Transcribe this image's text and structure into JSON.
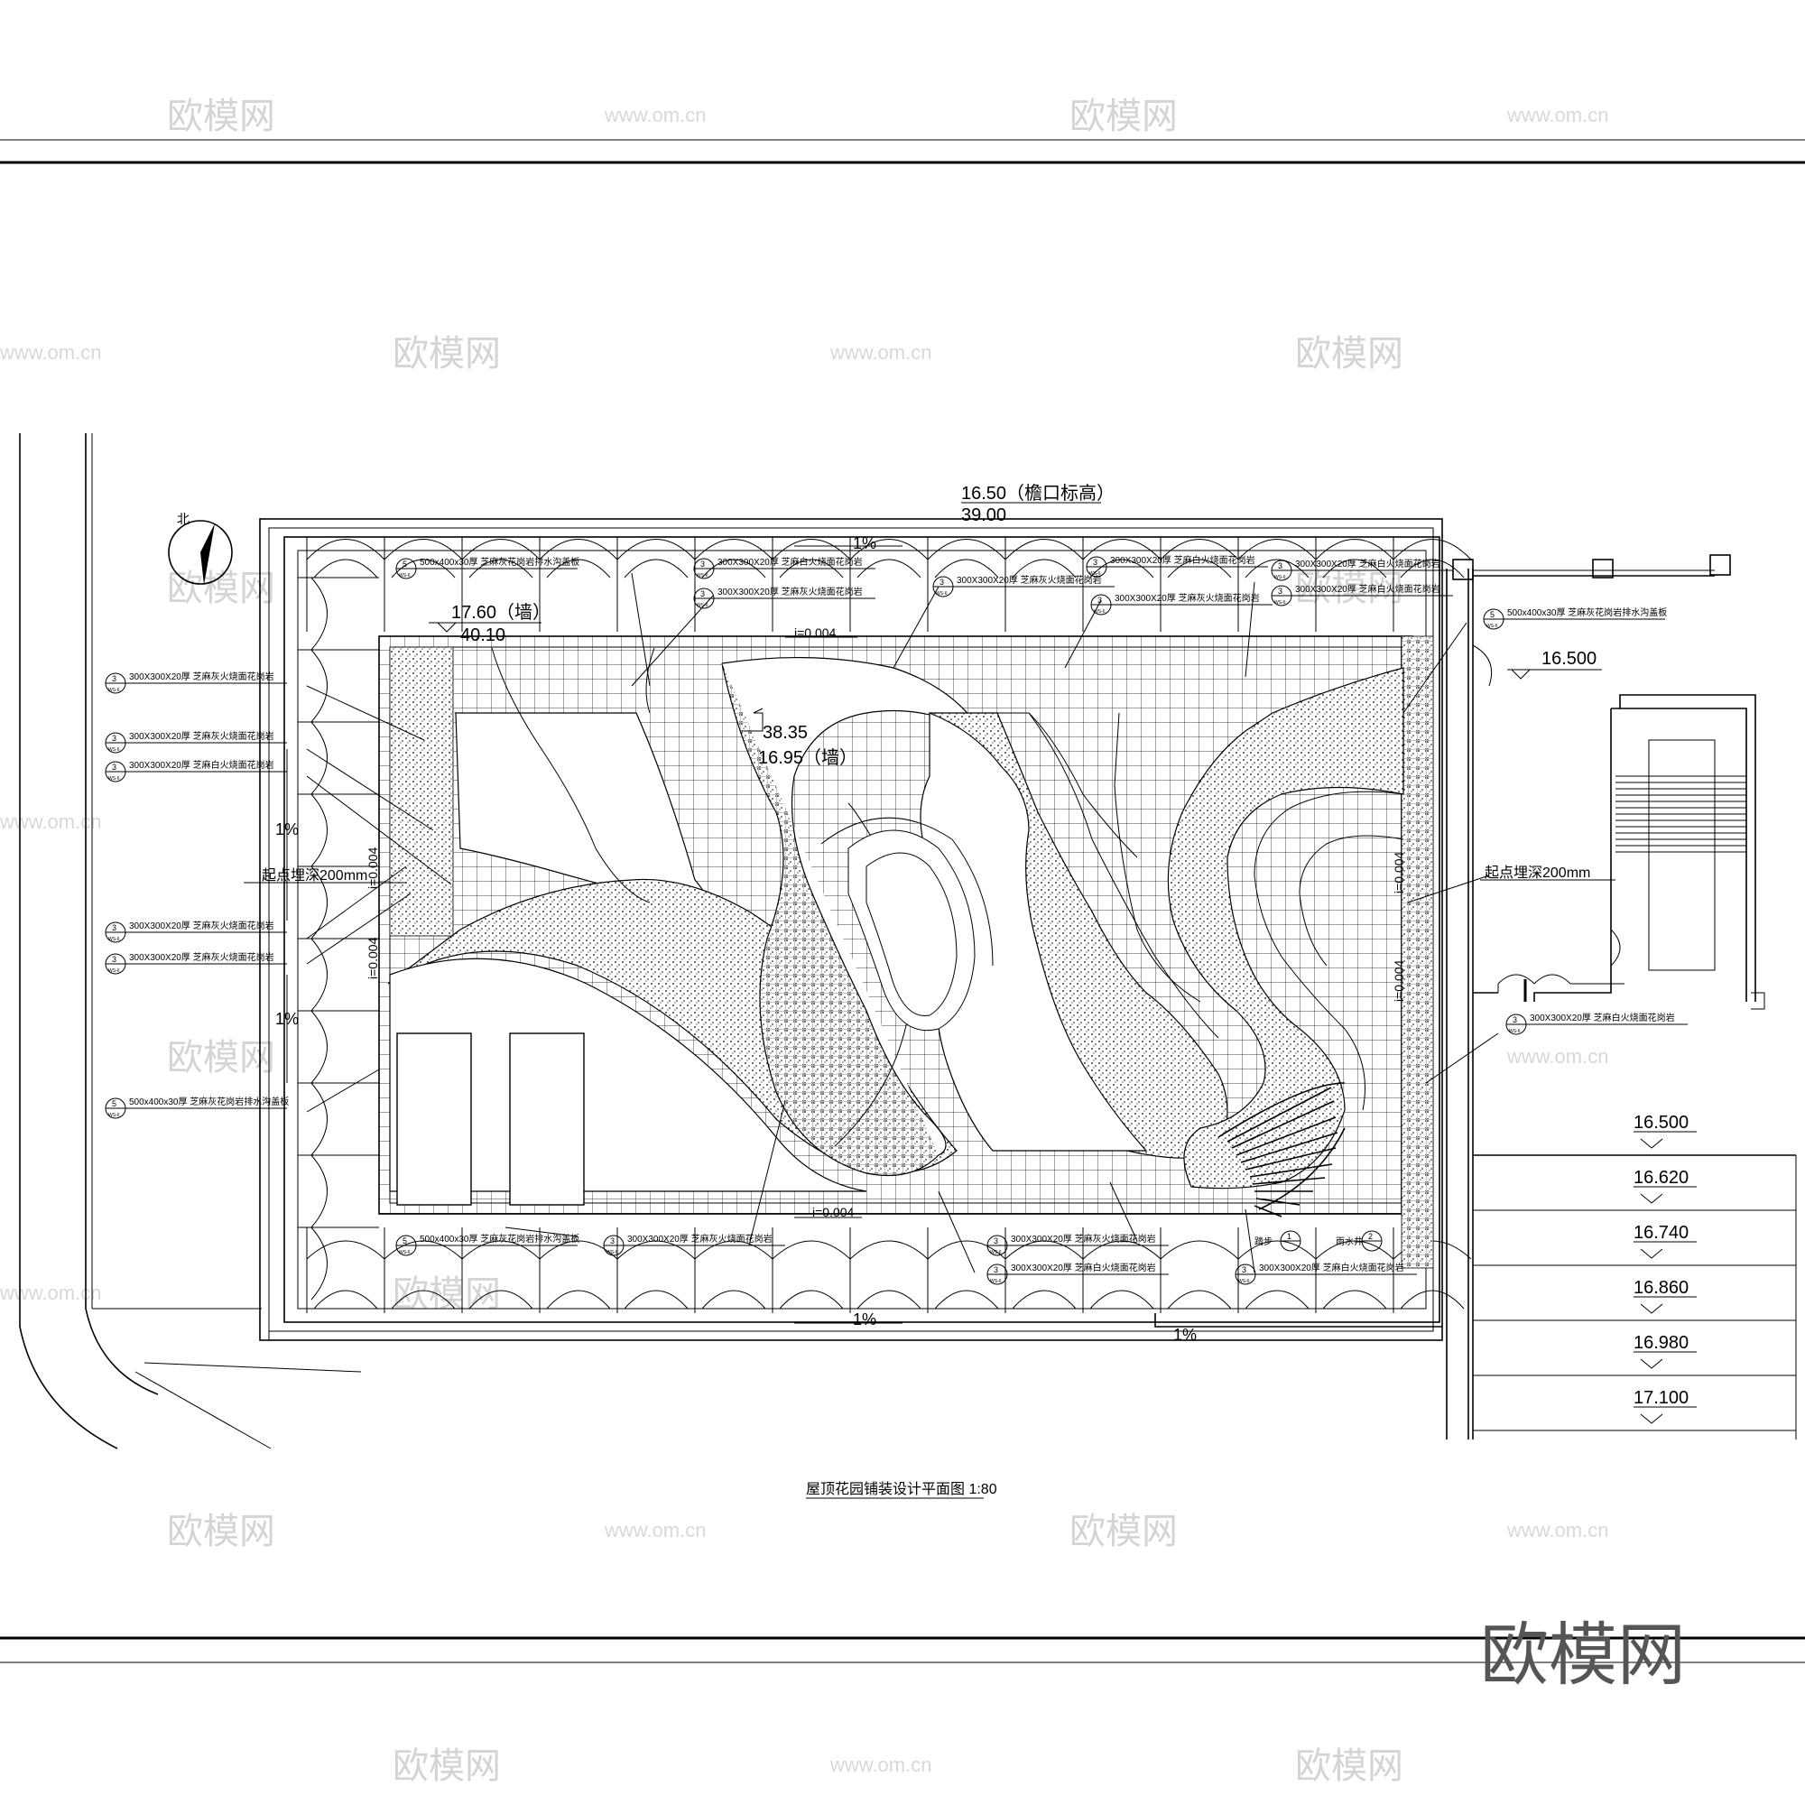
{
  "title": "屋顶花园铺装设计平面图 1:80",
  "watermark": {
    "brand": "欧模网",
    "url": "www.om.cn"
  },
  "north_label": "北",
  "elevations": {
    "eave": "16.50（檐口标高）",
    "ridge": "39.00",
    "top_left_a": "17.60（墙）",
    "top_left_b": "40.10",
    "center_a": "38.35",
    "center_b": "16.95（墙）",
    "east": "16.500",
    "stairs": [
      "16.500",
      "16.620",
      "16.740",
      "16.860",
      "16.980",
      "17.100"
    ]
  },
  "slopes": {
    "percent": "1%",
    "i_value": "i=0.004"
  },
  "start_depth": "起点埋深200mm",
  "callouts": {
    "paver_a": "300X300X20厚 芝麻灰火烧面花岗岩",
    "paver_b": "300X300X20厚 芝麻灰火烧面花岗岩",
    "paver_c": "300X300X20厚 芝麻白火烧面花岗岩",
    "paver_d": "300X300X20厚 芝麻灰火烧面花岗岩",
    "paver_e": "300X300X20厚 芝麻灰火烧面花岗岩",
    "paver_f": "300X300X20厚 芝麻白火烧面花岗岩",
    "drain": "500x400x30厚 芝麻灰花岗岩排水沟盖板",
    "stair": "踏步",
    "rain": "雨水井",
    "detail_num_3": "3",
    "detail_num_5": "5",
    "detail_num_1": "1",
    "detail_num_2": "2",
    "sheet": "WS-6"
  },
  "colors": {
    "line": "#000000",
    "watermark": "#d4d4d4"
  }
}
